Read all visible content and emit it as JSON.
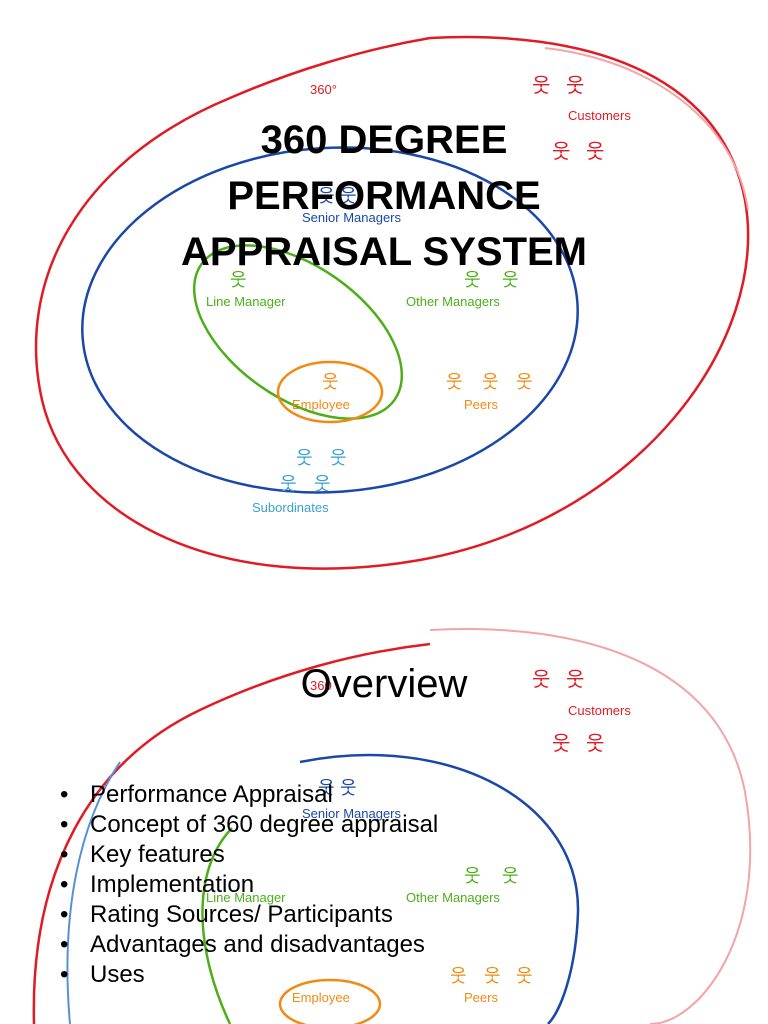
{
  "diagram": {
    "degree_label": "360°",
    "degree_label_short": "360",
    "customers": "Customers",
    "senior_managers": "Senior Managers",
    "line_manager": "Line Manager",
    "other_managers": "Other Managers",
    "employee": "Employee",
    "peers": "Peers",
    "subordinates": "Subordinates",
    "colors": {
      "outer": "#e01b24",
      "senior": "#1a48a8",
      "line": "#4caf1a",
      "employee": "#f28a12",
      "subordinates": "#3aa0d0"
    },
    "icon": "person-icon"
  },
  "slide1": {
    "title_lines": [
      "360 DEGREE",
      "PERFORMANCE",
      "APPRAISAL SYSTEM"
    ]
  },
  "slide2": {
    "title": "Overview",
    "bullet_char": "•",
    "bullets": [
      "Performance Appraisal",
      "Concept of 360 degree appraisal",
      "Key features",
      "Implementation",
      "Rating Sources/ Participants",
      "Advantages and disadvantages",
      "Uses"
    ]
  }
}
